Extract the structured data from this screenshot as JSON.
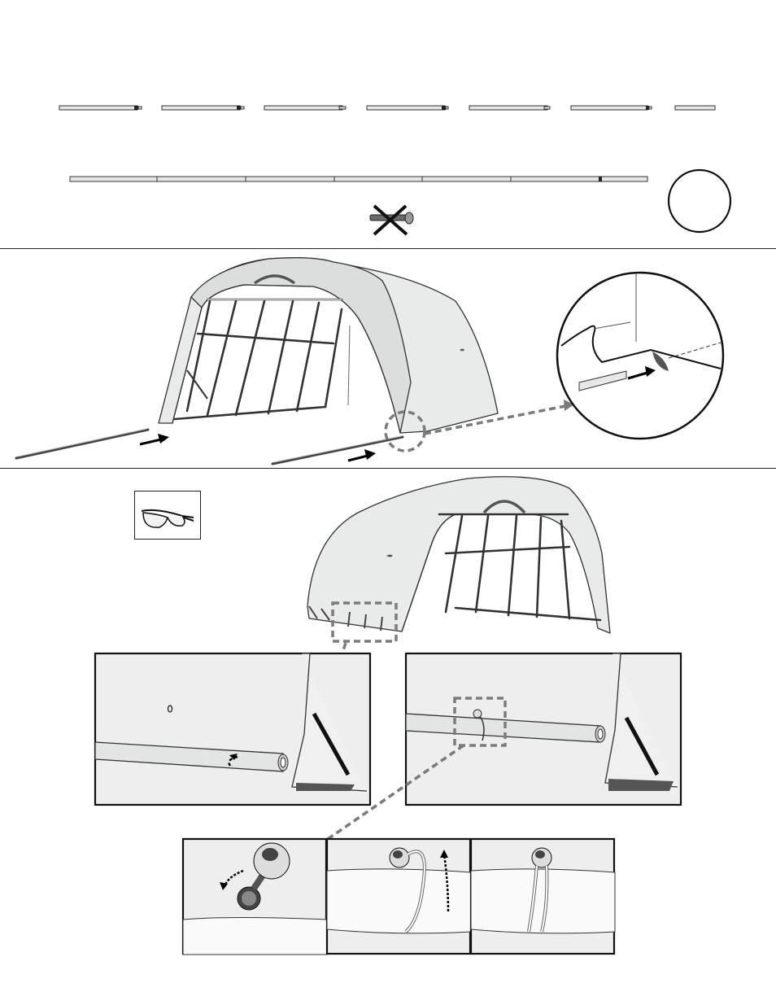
{
  "page": {
    "title": "",
    "background": "#ffffff"
  },
  "parts": {
    "short_poles": [
      "pole",
      "pole",
      "pole",
      "pole",
      "pole",
      "pole",
      "pole"
    ],
    "long_pole_segments": 7,
    "prohibited_item": "bolt-with-cross",
    "circle_callout_text": ""
  },
  "step_ground_rods": {
    "illustration": "tent-front-view",
    "callout": "pole-end-insertion-detail",
    "arrow_color": "#000000",
    "leader_color": "#7b7b7b"
  },
  "step_bungee": {
    "safety_icon": "safety-glasses-icon",
    "illustration": "tent-rear-view",
    "detail_panels": [
      "roll-cover-panel",
      "bungee-ball-panel"
    ],
    "sequence_panels": [
      "ball-through-grommet",
      "loop-around-rod",
      "ball-secured"
    ]
  },
  "colors": {
    "tent_fabric": "#e9eaea",
    "frame": "#333333",
    "dashed_leader": "#7b7b7b",
    "panel_border": "#111111"
  }
}
